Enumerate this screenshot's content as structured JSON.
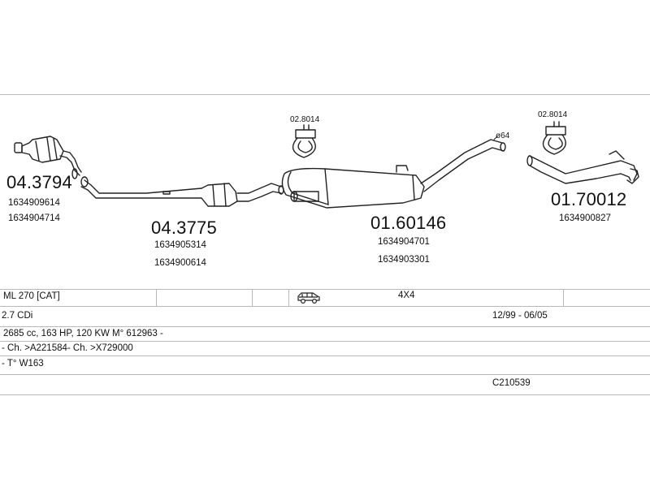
{
  "parts": [
    {
      "code": "04.3794",
      "refs": [
        "1634909614",
        "1634904714"
      ]
    },
    {
      "code": "04.3775",
      "refs": [
        "1634905314",
        "1634900614"
      ]
    },
    {
      "code": "01.60146",
      "refs": [
        "1634904701",
        "1634903301"
      ]
    },
    {
      "code": "01.70012",
      "refs": [
        "1634900827"
      ]
    }
  ],
  "clamps": [
    "02.8014",
    "02.8014"
  ],
  "pipe_diameter": "ø64",
  "vehicle": {
    "model": "ML 270  [CAT]",
    "drive": "4X4",
    "engine": "2.7 CDi",
    "period": "12/99 - 06/05",
    "specs": "2685 cc, 163 HP, 120 KW M° 612963 -",
    "chassis": "- Ch. >A221584- Ch. >X729000",
    "type": "- T° W163",
    "catalog_code": "C210539"
  },
  "icons": [
    "suv-icon"
  ]
}
